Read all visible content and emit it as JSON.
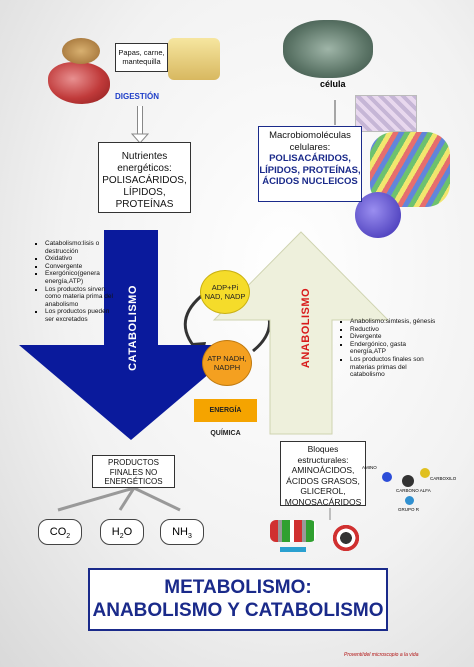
{
  "food_box": "Papas, carne, mantequilla",
  "digestion_label": "DIGESTIÓN",
  "cell_label": "célula",
  "nutrientes": {
    "title": "Nutrientes energéticos:",
    "items": "POLISACÁRIDOS, LÍPIDOS, PROTEÍNAS"
  },
  "macro": {
    "title": "Macrobiomoléculas celulares:",
    "items": "POLISACÁRIDOS, LÍPIDOS, PROTEÍNAS, ÁCIDOS NUCLEICOS"
  },
  "catabolismo": {
    "label": "CATABOLISMO",
    "features": [
      "Catabolismo:lisis o destrucción",
      "Oxidativo",
      "Convergente",
      "Exergónico(genera energía,ATP)",
      "Los productos sirven como materia prima del anabolismo",
      "Los productos pueden ser excretados"
    ]
  },
  "anabolismo": {
    "label": "ANABOLISMO",
    "features": [
      "Anabolismo:simtesis, génesis",
      "Reductivo",
      "Divergente",
      "Endergónico, gasta energía,ATP",
      "Los productos finales son materias primas del catabolismo"
    ]
  },
  "adp_circle": "ADP+Pi NAD, NADP",
  "atp_circle": "ATP NADH, NADPH",
  "energia": "ENERGÍA QUÍMICA",
  "productos_finales": "PRODUCTOS FINALES NO ENERGÉTICOS",
  "bloques": {
    "title": "Bloques estructurales:",
    "items": "AMINOÁCIDOS, ÁCIDOS GRASOS, GLICEROL, MONOSACÁRIDOS"
  },
  "products": [
    {
      "base": "CO",
      "sub": "2",
      "suffix": ""
    },
    {
      "base": "H",
      "sub": "2",
      "suffix": "O"
    },
    {
      "base": "NH",
      "sub": "3",
      "suffix": ""
    }
  ],
  "aminoacid_labels": [
    "AMINO",
    "CARBOXILO",
    "CARBONO ALFA",
    "GRUPO R"
  ],
  "title_line1": "METABOLISMO:",
  "title_line2": "ANABOLISMO Y CATABOLISMO",
  "footer": "Proventi/del microscopio a la vida",
  "colors": {
    "catabolismo_arrow": "#0a1a9c",
    "anabolismo_arrow": "#eef0dc",
    "anabolismo_text": "#d81b1b",
    "adp_circle": "#f5dc2a",
    "atp_circle": "#f4a020",
    "energia_box": "#f5a400",
    "title": "#1a2a8a",
    "digestion": "#1e3ec8"
  }
}
